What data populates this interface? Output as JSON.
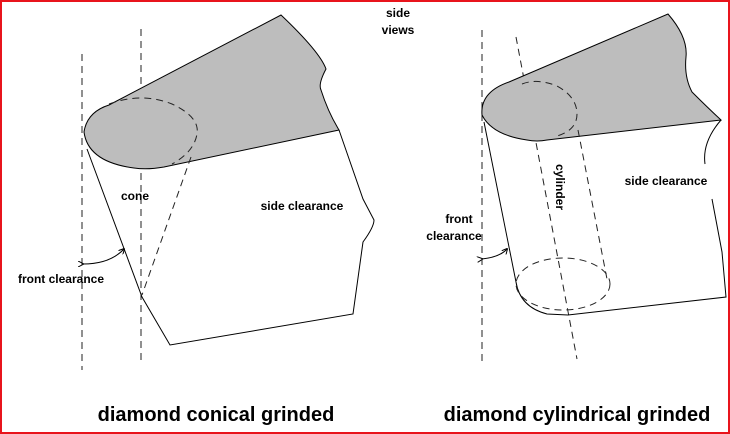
{
  "header": {
    "views_label_line1": "side",
    "views_label_line2": "views"
  },
  "left_diagram": {
    "title": "diamond conical grinded",
    "cone_label": "cone",
    "side_clearance_label": "side clearance",
    "front_clearance_label": "front clearance"
  },
  "right_diagram": {
    "title": "diamond cylindrical grinded",
    "cylinder_label": "cylinder",
    "side_clearance_label": "side clearance",
    "front_clearance_line1": "front",
    "front_clearance_line2": "clearance"
  },
  "colors": {
    "border": "#e8141c",
    "tool_face": "#bdbdbd"
  }
}
